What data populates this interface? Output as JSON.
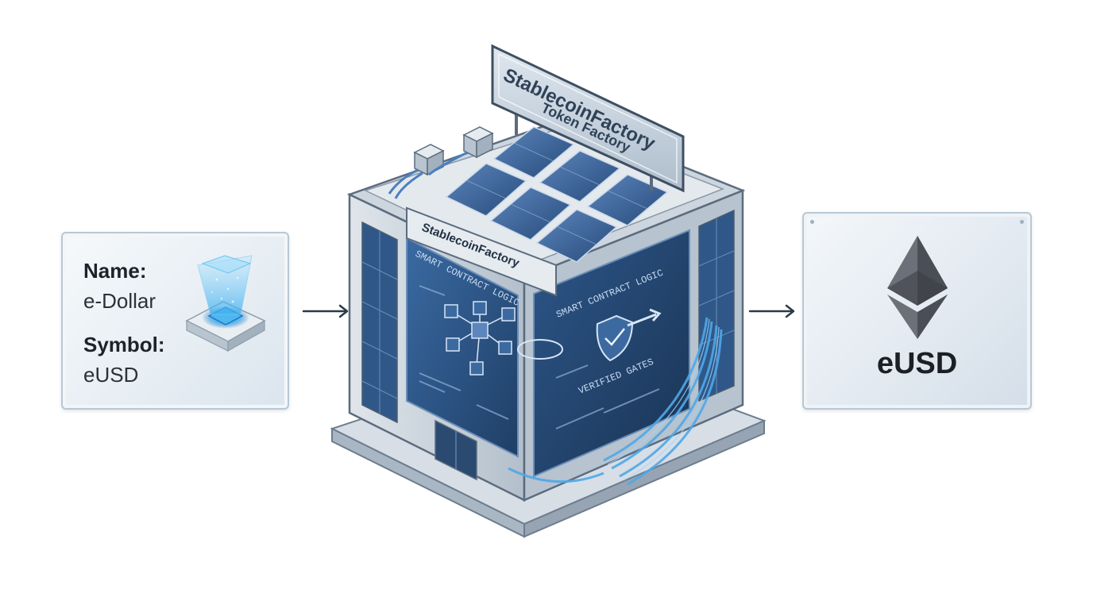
{
  "input_card": {
    "name_label": "Name:",
    "name_value": "e-Dollar",
    "symbol_label": "Symbol:",
    "symbol_value": "eUSD"
  },
  "factory": {
    "roof_sign_title": "StablecoinFactory",
    "roof_sign_subtitle": "Token Factory",
    "facade_sign": "StablecoinFactory",
    "left_panel_title": "SMART CONTRACT LOGIC",
    "right_panel_title": "SMART CONTRACT LOGIC",
    "right_panel_caption": "VERIFIED GATES"
  },
  "output_card": {
    "token_symbol": "eUSD",
    "icon": "ethereum-icon"
  },
  "colors": {
    "card_border": "#b9c7d3",
    "building_dark": "#3d5470",
    "glass_blue": "#2f5f95",
    "glow_blue": "#4fb6f0",
    "arrow": "#2b3a48"
  }
}
